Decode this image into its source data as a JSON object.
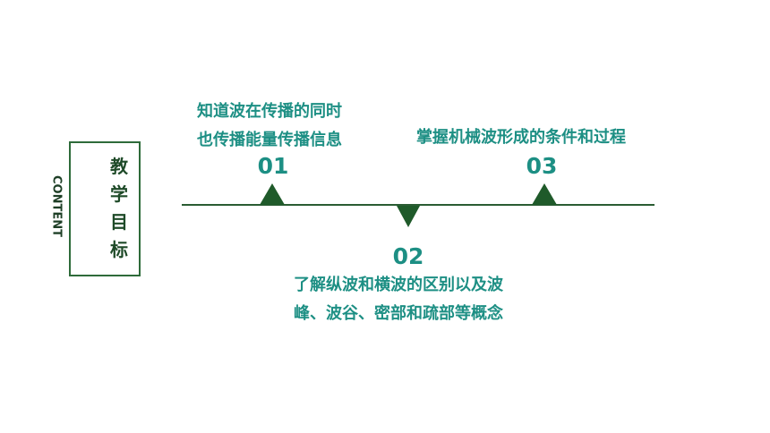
{
  "sidebar_label": {
    "en": "CONTENT",
    "zh_chars": [
      "教",
      "学",
      "目",
      "标"
    ]
  },
  "items": [
    {
      "number": "01",
      "lines": [
        "知道波在传播的同时",
        "也传播能量传播信息"
      ]
    },
    {
      "number": "02",
      "lines": [
        "了解纵波和横波的区别以及波",
        "峰、波谷、密部和疏部等概念"
      ]
    },
    {
      "number": "03",
      "lines": [
        "掌握机械波形成的条件和过程"
      ]
    }
  ],
  "colors": {
    "accent": "#1d8f84",
    "dark_green": "#1f5a2a",
    "frame": "#2e6b3a"
  }
}
